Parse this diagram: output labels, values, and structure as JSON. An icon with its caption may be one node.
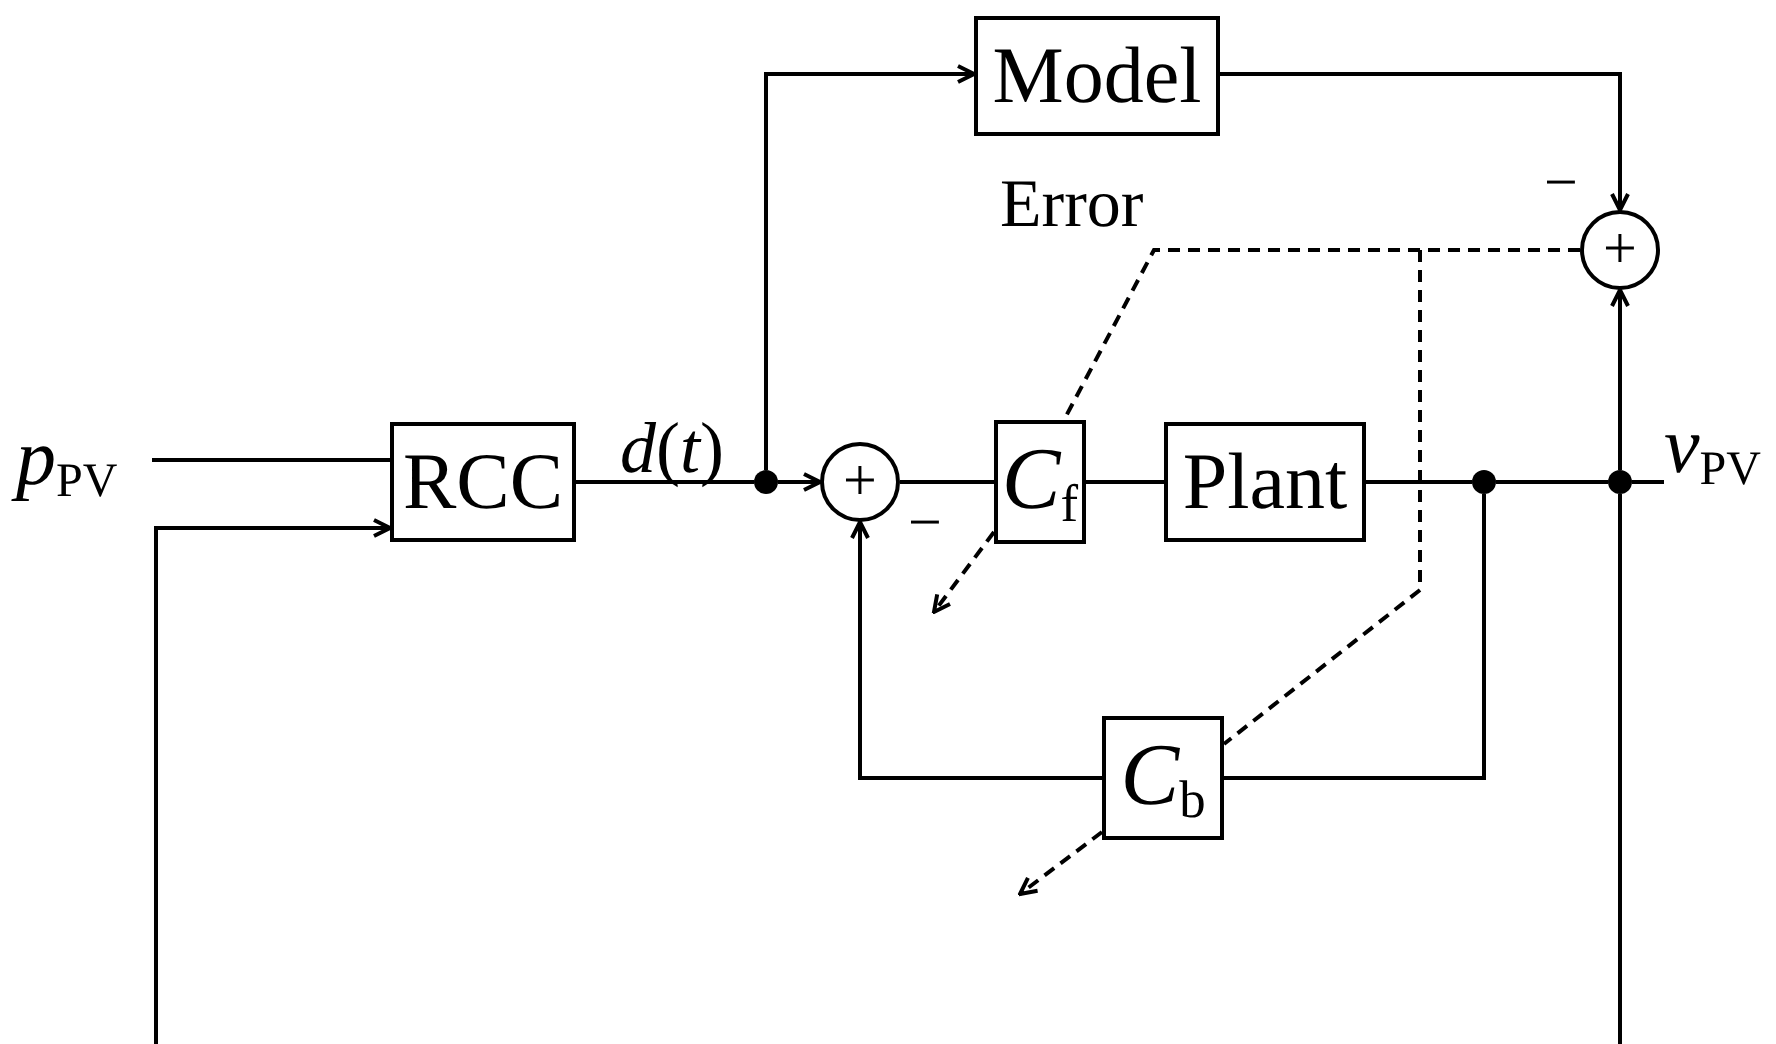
{
  "diagram": {
    "nodes": [
      {
        "text": [
          "Model"
        ]
      },
      {
        "text": [
          "+"
        ],
        "beside": [
          "−"
        ]
      },
      {
        "text": [
          "*p*$_{PV}$"
        ]
      },
      {
        "text": [
          "RCC"
        ]
      },
      {
        "text": [],
        "shape": "circle"
      },
      {
        "text": [
          "+"
        ],
        "beside": [
          "−"
        ]
      },
      {
        "text": [
          "*C*$_{f}$"
        ]
      },
      {
        "text": [
          "Plant"
        ]
      },
      {
        "text": [],
        "shape": "circle"
      },
      {
        "text": [],
        "shape": "circle"
      },
      {
        "text": [
          "*v*$_{PV}$"
        ]
      },
      {
        "text": [
          "*C*$_{b}$"
        ]
      }
    ],
    "edges": [
      {
        "from": 2,
        "to": 3,
        "arrow": "none"
      },
      {
        "from": null,
        "to": 3,
        "arrow": "to"
      },
      {
        "from": 3,
        "to": 4,
        "arrow": "none"
      },
      {
        "from": 4,
        "to": 5,
        "arrow": "to"
      },
      {
        "from": 4,
        "to": 0,
        "arrow": "to"
      },
      {
        "from": 0,
        "to": 1,
        "arrow": "to"
      },
      {
        "from": 5,
        "to": 6,
        "arrow": "none"
      },
      {
        "from": 6,
        "to": 7,
        "arrow": "none"
      },
      {
        "from": 7,
        "to": 8,
        "arrow": "none"
      },
      {
        "from": 8,
        "to": 9,
        "arrow": "none"
      },
      {
        "from": 9,
        "to": 10,
        "arrow": "none"
      },
      {
        "from": 9,
        "to": 1,
        "arrow": "to"
      },
      {
        "from": 9,
        "to": null,
        "arrow": "none"
      },
      {
        "from": 8,
        "to": 11,
        "arrow": "none"
      },
      {
        "from": 11,
        "to": 5,
        "arrow": "to"
      },
      {
        "from": 1,
        "to": 6,
        "arrow": "none",
        "label": "Error",
        "style": "dashed"
      },
      {
        "from": 1,
        "to": 11,
        "arrow": "none",
        "style": "dashed"
      },
      {
        "from": 6,
        "to": null,
        "arrow": "to",
        "style": "dashed"
      },
      {
        "from": 11,
        "to": null,
        "arrow": "to",
        "style": "dashed"
      }
    ],
    "labels": [
      "*d*(*t*)"
    ]
  }
}
